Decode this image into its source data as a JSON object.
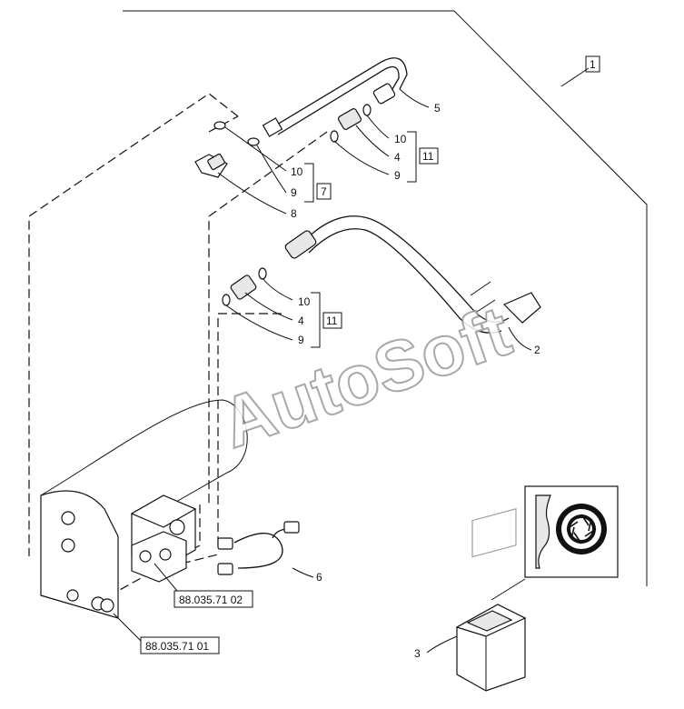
{
  "watermark": "AutoSoft",
  "callouts": {
    "c1": "1",
    "c2": "2",
    "c3": "3",
    "c5": "5",
    "c6": "6",
    "c8": "8",
    "g7": {
      "box": "7",
      "top": "10",
      "mid": "9"
    },
    "g11a": {
      "box": "11",
      "top": "10",
      "mid": "4",
      "bot": "9"
    },
    "g11b": {
      "box": "11",
      "top": "10",
      "mid": "4",
      "bot": "9"
    }
  },
  "references": {
    "ref_a": "88.035.71 02",
    "ref_b": "88.035.71 01"
  },
  "icons": [
    "camera-aperture-icon"
  ]
}
